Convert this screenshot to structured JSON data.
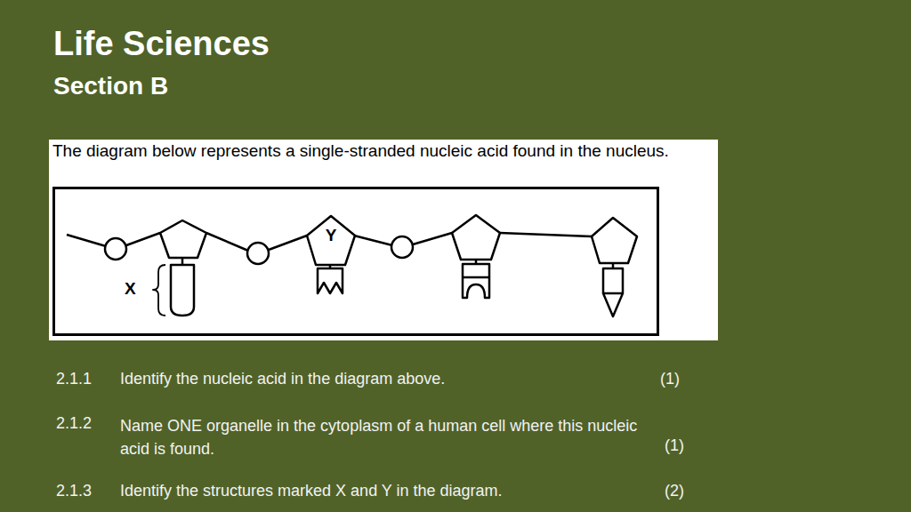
{
  "diagram": {
    "title": "Life Sciences",
    "nodes": [
      {
        "text": [
          "The diagram below represents a single-stranded nucleic acid found in the nucleus."
        ]
      },
      {
        "text": [
          "Y"
        ],
        "in": 0
      }
    ],
    "labels": [
      "Section B",
      "X",
      "2.1.1",
      "Identify the nucleic acid in the diagram above.",
      "(1)",
      "2.1.2",
      "Name ONE organelle in the cytoplasm of a human cell where this nucleic acid is found.",
      "(1)",
      "2.1.3",
      "Identify the structures marked X and Y in the diagram.",
      "(2)"
    ]
  }
}
